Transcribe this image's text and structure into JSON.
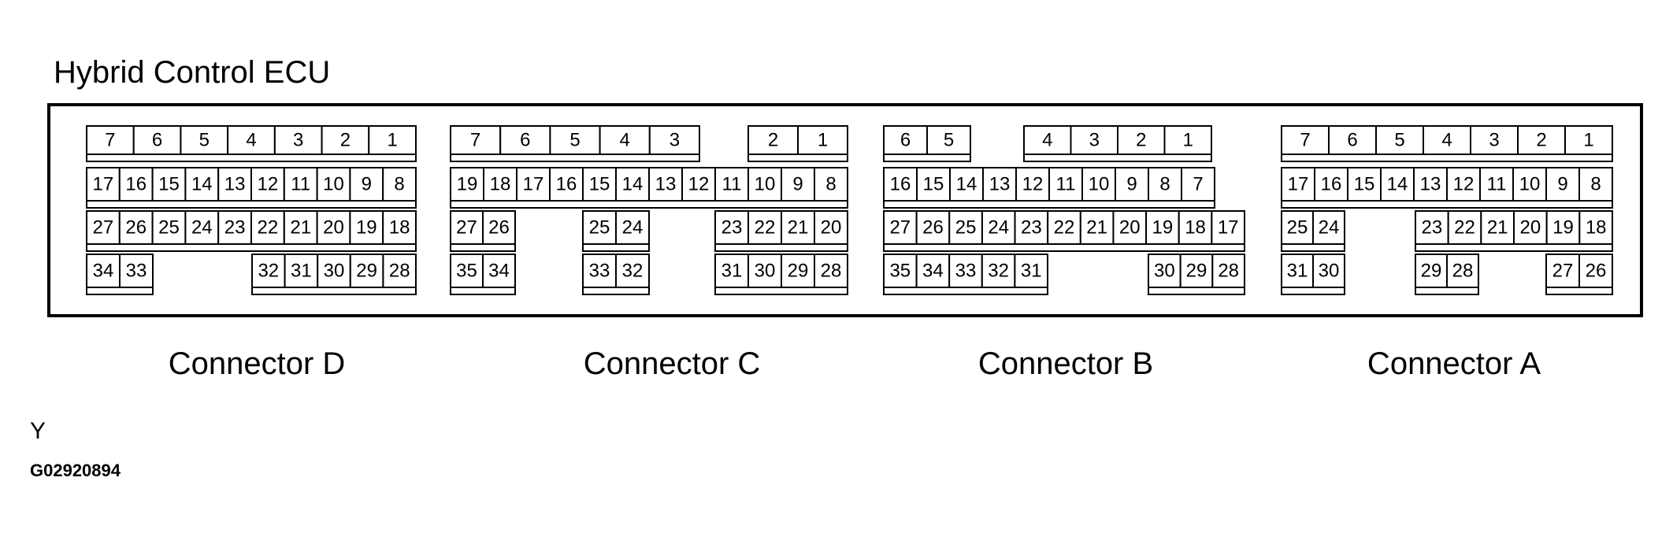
{
  "title": "Hybrid Control ECU",
  "figure_letter": "Y",
  "figure_code": "G02920894",
  "connectors": [
    {
      "name": "Connector D",
      "rows": [
        [
          "7",
          "6",
          "5",
          "4",
          "3",
          "2",
          "1"
        ],
        [
          "17",
          "16",
          "15",
          "14",
          "13",
          "12",
          "11",
          "10",
          "9",
          "8"
        ],
        [
          "27",
          "26",
          "25",
          "24",
          "23",
          "22",
          "21",
          "20",
          "19",
          "18"
        ],
        [
          [
            "34",
            "33"
          ],
          [
            "32",
            "31",
            "30",
            "29",
            "28"
          ]
        ]
      ]
    },
    {
      "name": "Connector C",
      "rows": [
        [
          [
            "7",
            "6",
            "5",
            "4",
            "3"
          ],
          [
            "2",
            "1"
          ]
        ],
        [
          "19",
          "18",
          "17",
          "16",
          "15",
          "14",
          "13",
          "12",
          "11",
          "10",
          "9",
          "8"
        ],
        [
          [
            "27",
            "26"
          ],
          [
            "25",
            "24"
          ],
          [
            "23",
            "22",
            "21",
            "20"
          ]
        ],
        [
          [
            "35",
            "34"
          ],
          [
            "33",
            "32"
          ],
          [
            "31",
            "30",
            "29",
            "28"
          ]
        ]
      ]
    },
    {
      "name": "Connector B",
      "rows": [
        [
          [
            "6",
            "5"
          ],
          [
            "4",
            "3",
            "2",
            "1"
          ]
        ],
        [
          "16",
          "15",
          "14",
          "13",
          "12",
          "11",
          "10",
          "9",
          "8",
          "7"
        ],
        [
          "27",
          "26",
          "25",
          "24",
          "23",
          "22",
          "21",
          "20",
          "19",
          "18",
          "17"
        ],
        [
          [
            "35",
            "34",
            "33",
            "32",
            "31"
          ],
          [
            "30",
            "29",
            "28"
          ]
        ]
      ]
    },
    {
      "name": "Connector A",
      "rows": [
        [
          "7",
          "6",
          "5",
          "4",
          "3",
          "2",
          "1"
        ],
        [
          "17",
          "16",
          "15",
          "14",
          "13",
          "12",
          "11",
          "10",
          "9",
          "8"
        ],
        [
          [
            "25",
            "24"
          ],
          [
            "23",
            "22",
            "21",
            "20",
            "19",
            "18"
          ]
        ],
        [
          [
            "31",
            "30"
          ],
          [
            "29",
            "28"
          ],
          [
            "27",
            "26"
          ]
        ]
      ]
    }
  ]
}
